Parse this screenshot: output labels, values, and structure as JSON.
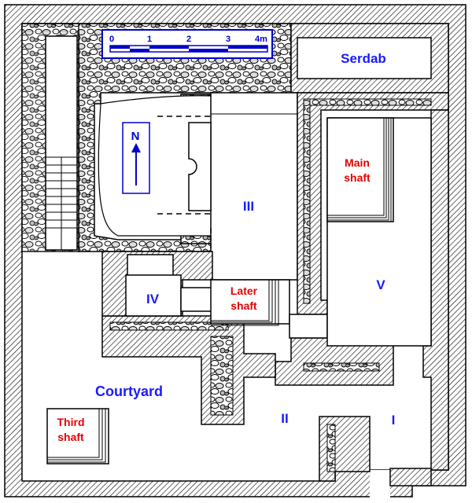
{
  "scale_bar": {
    "ticks": [
      "0",
      "1",
      "2",
      "3",
      "4m"
    ]
  },
  "north_label": "N",
  "rooms": {
    "serdab": "Serdab",
    "room_iii": "III",
    "room_iv": "IV",
    "room_v": "V",
    "room_ii": "II",
    "room_i": "I",
    "courtyard": "Courtyard"
  },
  "shafts": {
    "main_line1": "Main",
    "main_line2": "shaft",
    "later_line1": "Later",
    "later_line2": "shaft",
    "third_line1": "Third",
    "third_line2": "shaft"
  },
  "colors": {
    "room_label": "#1a1aff",
    "shaft_label": "#e60000",
    "wall_hatch": "#000000",
    "scale_frame": "#0000cc"
  }
}
